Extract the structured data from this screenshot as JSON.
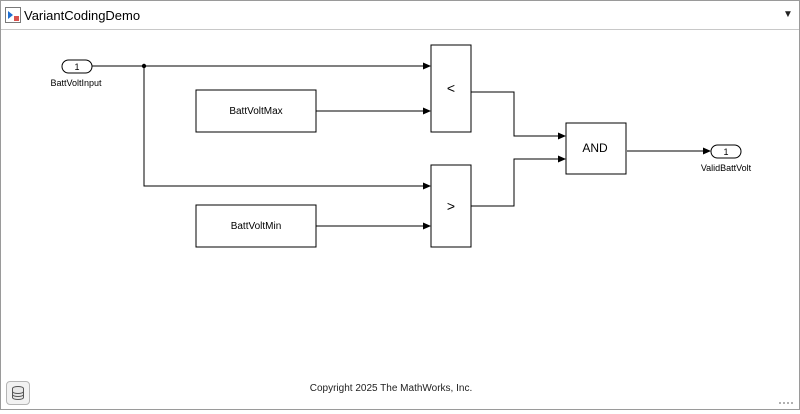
{
  "window": {
    "model_name": "VariantCodingDemo"
  },
  "blocks": {
    "inport": {
      "number": "1",
      "label": "BattVoltInput"
    },
    "const_max": {
      "label": "BattVoltMax"
    },
    "const_min": {
      "label": "BattVoltMin"
    },
    "rel_lt": {
      "operator": "<"
    },
    "rel_gt": {
      "operator": ">"
    },
    "logic_and": {
      "operator": "AND"
    },
    "outport": {
      "number": "1",
      "label": "ValidBattVolt"
    }
  },
  "footer": {
    "copyright": "Copyright 2025 The MathWorks, Inc."
  },
  "icons": {
    "model": "simulink-model-icon",
    "dropdown": "chevron-down-icon",
    "database": "database-icon"
  }
}
